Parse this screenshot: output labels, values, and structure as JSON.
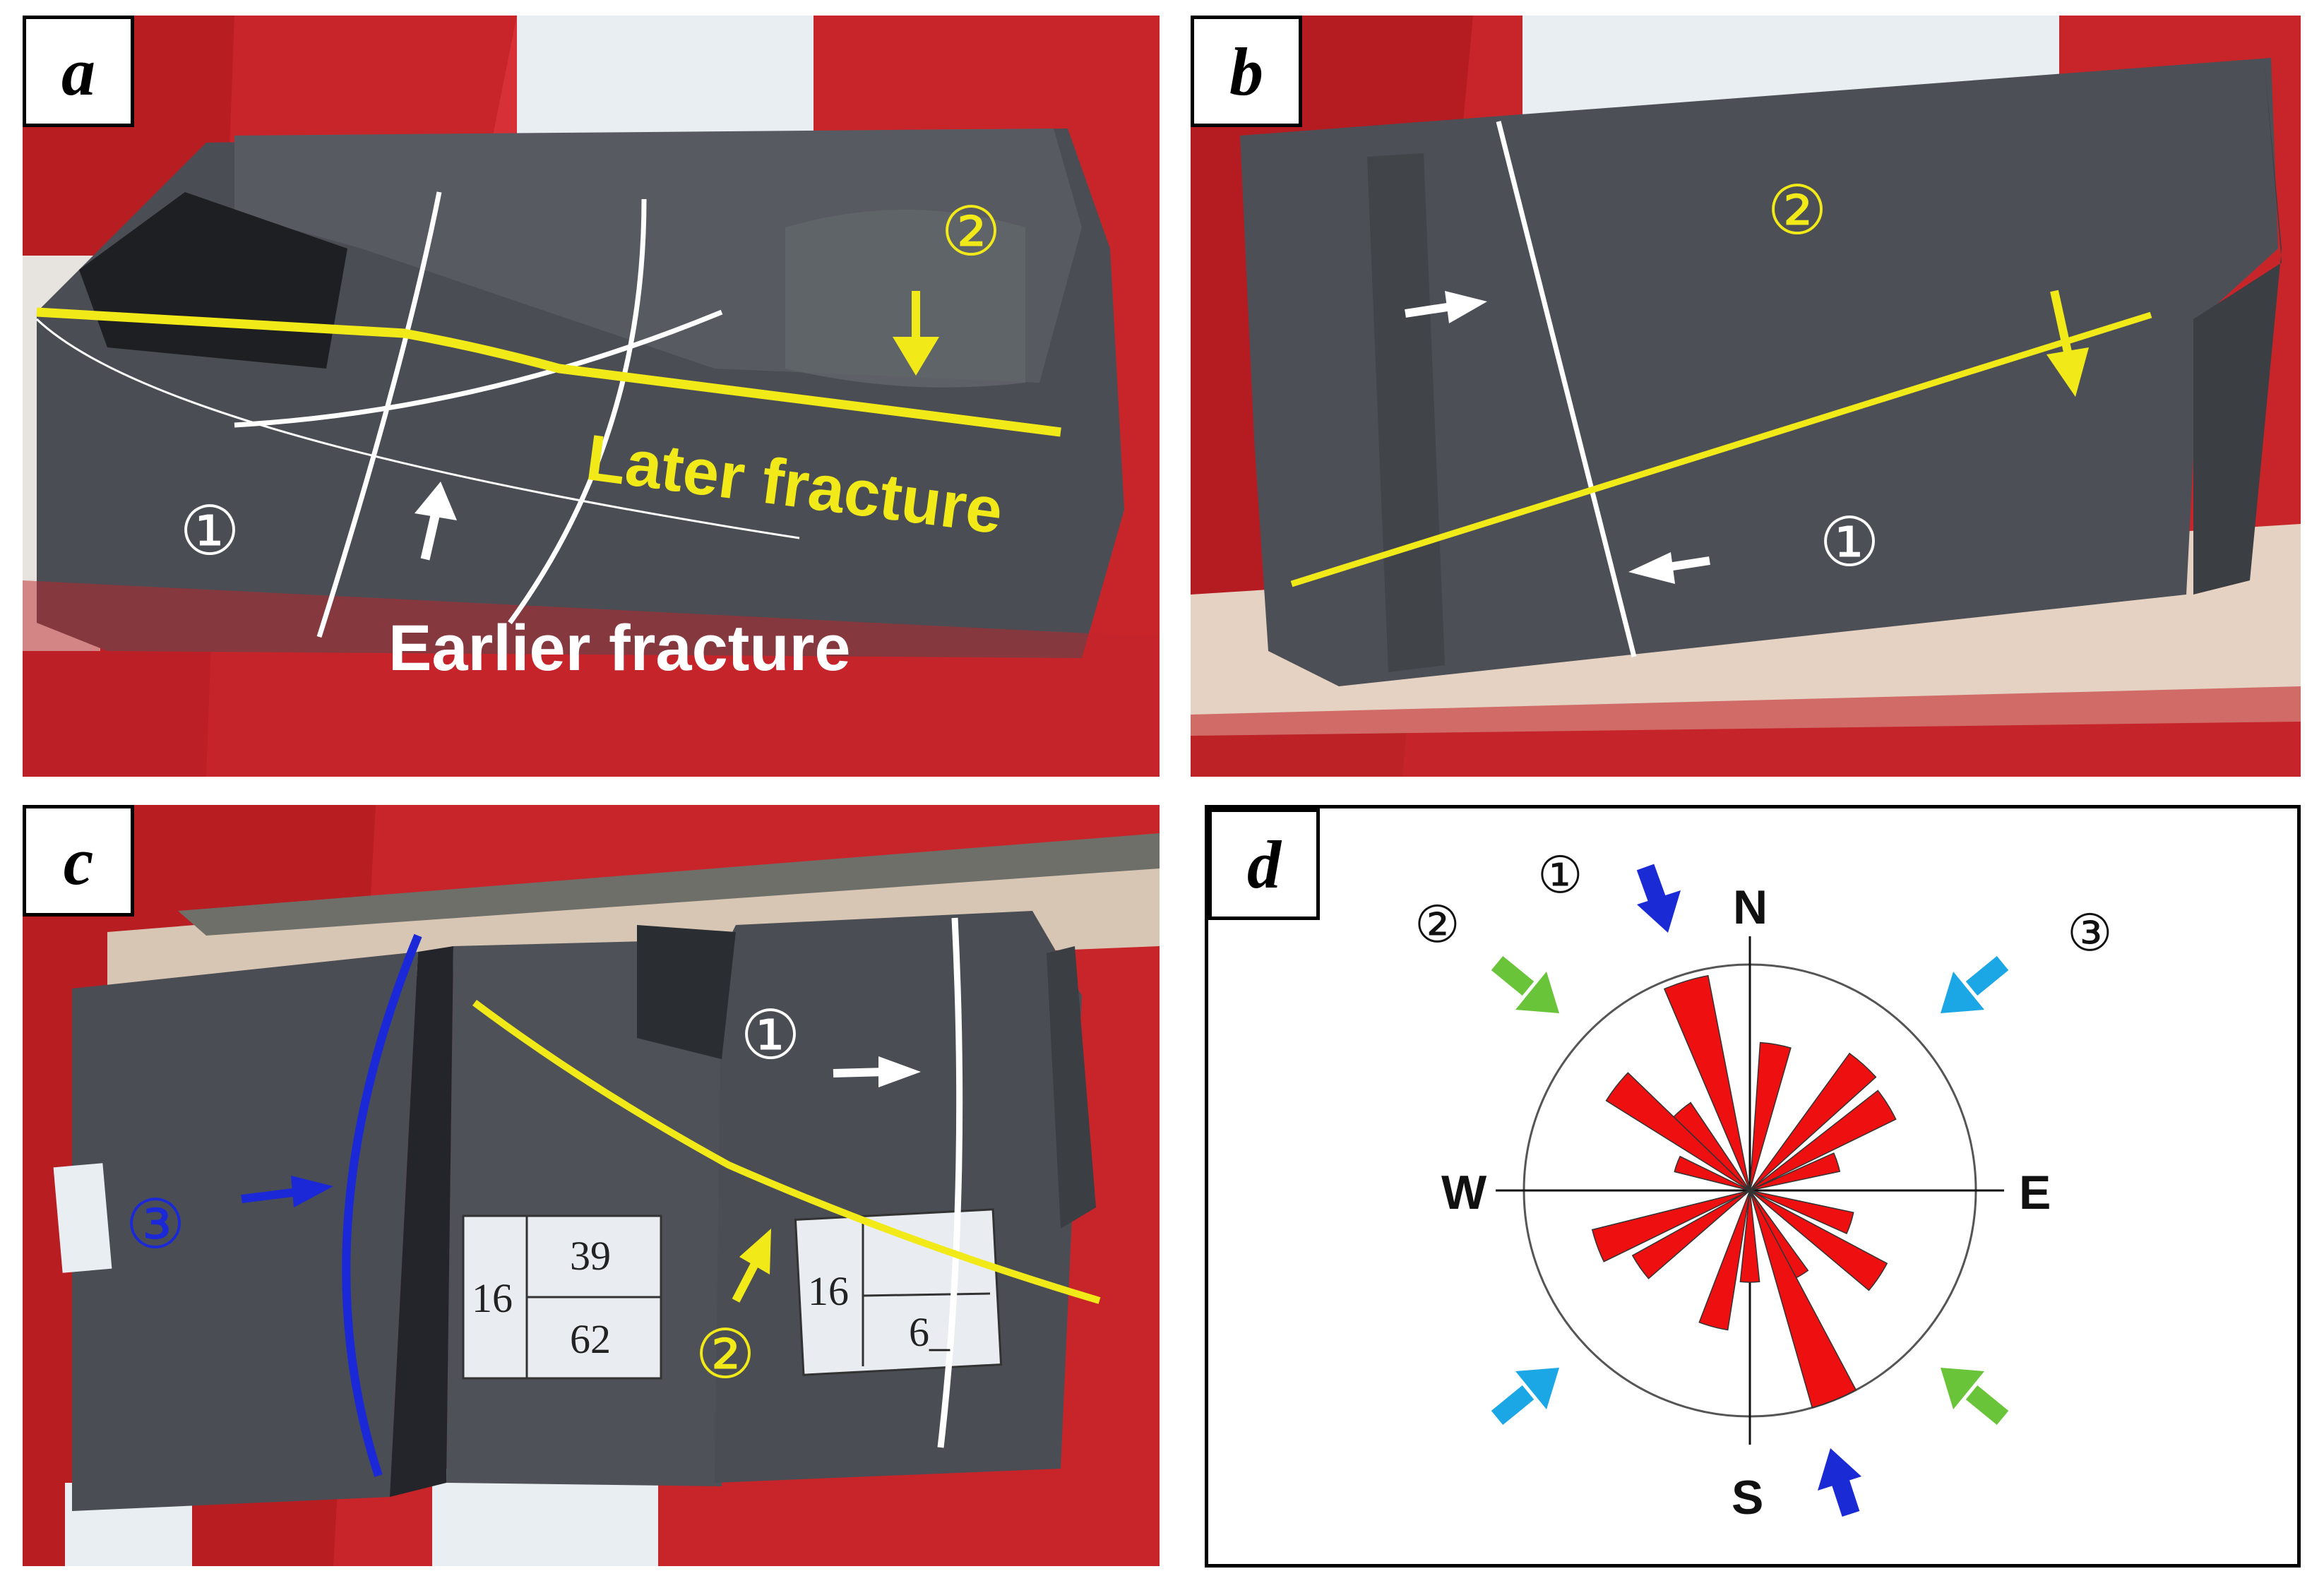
{
  "panels": {
    "a": {
      "tag": "a",
      "marker_1": "①",
      "marker_2": "②",
      "later_fracture_label": "Later fracture",
      "earlier_fracture_label": "Earlier fracture"
    },
    "b": {
      "tag": "b",
      "marker_1": "①",
      "marker_2": "②"
    },
    "c": {
      "tag": "c",
      "marker_1": "①",
      "marker_2": "②",
      "marker_3": "③",
      "label_1": {
        "left": "16",
        "top": "39",
        "bottom": "62"
      },
      "label_2": {
        "left": "16",
        "bottom": "6_"
      }
    },
    "d": {
      "tag": "d",
      "north": "N",
      "south": "S",
      "east": "E",
      "west": "W",
      "marker_1": "①",
      "marker_2": "②",
      "marker_3": "③"
    }
  },
  "colors": {
    "red_background": "#c8252a",
    "rock": "#4a4e54",
    "later_fracture": "#f2ea18",
    "earlier_fracture": "#ffffff",
    "fracture_3": "#1a28d8",
    "rose_petal": "#ee0f10",
    "arrow_1": "#1a2bd6",
    "arrow_2": "#6ac43a",
    "arrow_3": "#1ba6e6"
  }
}
